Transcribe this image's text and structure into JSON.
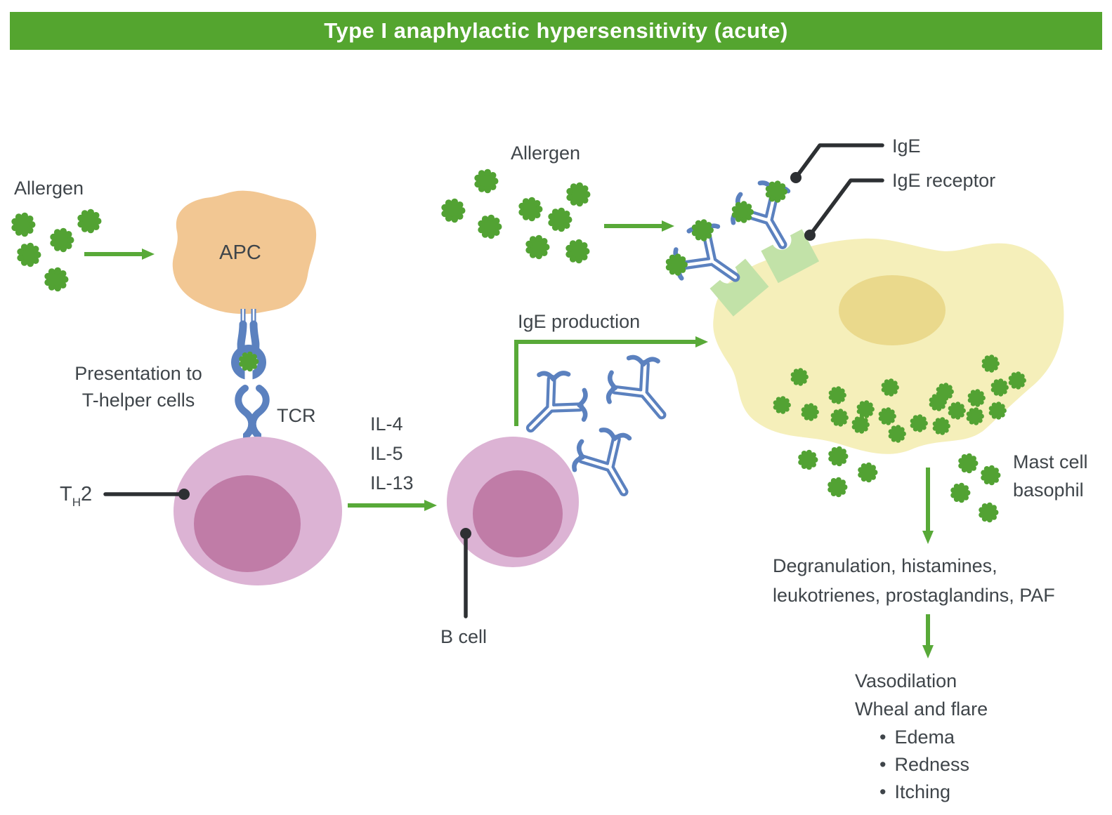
{
  "title": "Type I anaphylactic hypersensitivity (acute)",
  "colors": {
    "title_bar_green": "#54a52f",
    "arrow_green": "#58a938",
    "allergen_green": "#52a233",
    "antibody_blue": "#5b81bf",
    "ige_receptor_green": "#c2e2a8",
    "apc_orange": "#f2c793",
    "lymphocyte_pink": "#dcb3d4",
    "lymphocyte_nucleus_pink": "#c07ca7",
    "mast_cell_yellow": "#f5efba",
    "mast_nucleus_tan": "#ead98c",
    "callout_black": "#2d3033",
    "label_gray": "#3f454a"
  },
  "icons": {
    "allergen_particle": "spiky-green-ball",
    "antibody": "blue-Y-immunoglobulin",
    "ige_receptor": "light-green-cup",
    "granule": "small-spiky-green-ball"
  },
  "labels": {
    "allergen_left": "Allergen",
    "allergen_top": "Allergen",
    "apc": "APC",
    "presentation_line1": "Presentation to",
    "presentation_line2": "T-helper cells",
    "tcr": "TCR",
    "th2_t": "T",
    "th2_sub": "H",
    "th2_num": "2",
    "il4": "IL-4",
    "il5": "IL-5",
    "il13": "IL-13",
    "b_cell": "B cell",
    "ige_production": "IgE production",
    "ige": "IgE",
    "ige_receptor": "IgE receptor",
    "mast_line1": "Mast cell",
    "mast_line2": "basophil",
    "degranulation_line1": "Degranulation, histamines,",
    "degranulation_line2": "leukotrienes, prostaglandins, PAF",
    "outcome_line1": "Vasodilation",
    "outcome_line2": "Wheal and flare",
    "bullet": "•",
    "edema": "Edema",
    "redness": "Redness",
    "itching": "Itching"
  }
}
